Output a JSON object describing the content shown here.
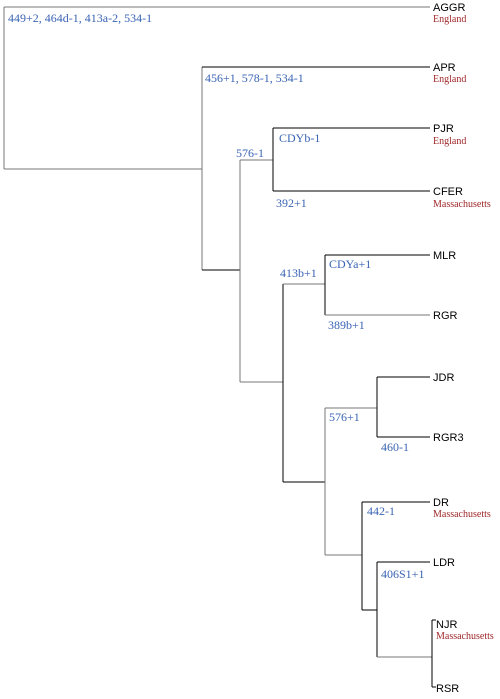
{
  "colors": {
    "line": "#000000",
    "line_light": "#777777",
    "mutation": "#3a64b4",
    "location": "#a0282a"
  },
  "tips": [
    {
      "id": "aggr",
      "name": "AGGR",
      "location": "England"
    },
    {
      "id": "apr",
      "name": "APR",
      "location": "England"
    },
    {
      "id": "pjr",
      "name": "PJR",
      "location": "England"
    },
    {
      "id": "cfer",
      "name": "CFER",
      "location": "Massachusetts"
    },
    {
      "id": "mlr",
      "name": "MLR",
      "location": ""
    },
    {
      "id": "rgr",
      "name": "RGR",
      "location": ""
    },
    {
      "id": "jdr",
      "name": "JDR",
      "location": ""
    },
    {
      "id": "rgr3",
      "name": "RGR3",
      "location": ""
    },
    {
      "id": "dr",
      "name": "DR",
      "location": "Massachusetts"
    },
    {
      "id": "ldr",
      "name": "LDR",
      "location": ""
    },
    {
      "id": "njr",
      "name": "NJR",
      "location": "Massachusetts"
    },
    {
      "id": "rsr",
      "name": "RSR",
      "location": ""
    }
  ],
  "mutations": [
    {
      "id": "m1",
      "label": "449+2, 464d-1, 413a-2, 534-1"
    },
    {
      "id": "m2",
      "label": "456+1, 578-1, 534-1"
    },
    {
      "id": "m3",
      "label": "CDYb-1"
    },
    {
      "id": "m4",
      "label": "576-1"
    },
    {
      "id": "m5",
      "label": "392+1"
    },
    {
      "id": "m6",
      "label": "CDYa+1"
    },
    {
      "id": "m7",
      "label": "413b+1"
    },
    {
      "id": "m8",
      "label": "389b+1"
    },
    {
      "id": "m9",
      "label": "576+1"
    },
    {
      "id": "m10",
      "label": "460-1"
    },
    {
      "id": "m11",
      "label": "442-1"
    },
    {
      "id": "m12",
      "label": "406S1+1"
    }
  ]
}
